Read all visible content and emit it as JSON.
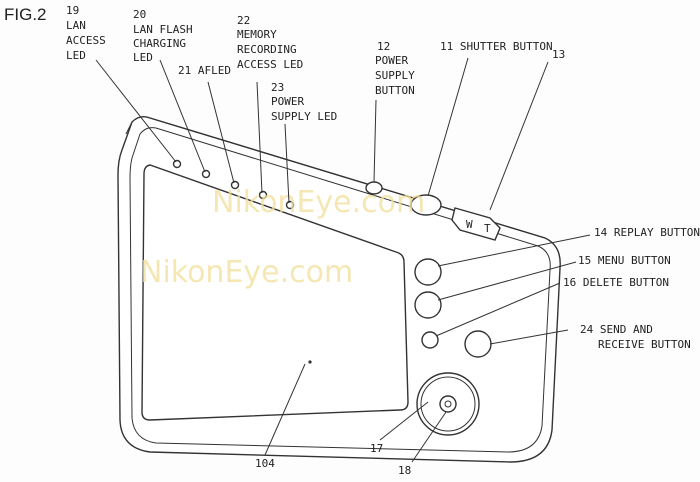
{
  "figure_label": "FIG.2",
  "watermark": "NikonEye.com",
  "zoom_lever": {
    "w": "W",
    "t": "T"
  },
  "labels": {
    "l19": [
      "19",
      "LAN",
      "ACCESS",
      "LED"
    ],
    "l20": [
      "20",
      "LAN FLASH",
      "CHARGING",
      "LED"
    ],
    "l21": [
      "21 AFLED"
    ],
    "l22": [
      "22",
      "MEMORY",
      "RECORDING",
      "ACCESS LED"
    ],
    "l23": [
      "23",
      "POWER",
      "SUPPLY LED"
    ],
    "l12": [
      "12",
      "POWER",
      "SUPPLY",
      "BUTTON"
    ],
    "l11": [
      "11 SHUTTER BUTTON"
    ],
    "l13": [
      "13"
    ],
    "l14": [
      "14 REPLAY BUTTON"
    ],
    "l15": [
      "15 MENU BUTTON"
    ],
    "l16": [
      "16 DELETE BUTTON"
    ],
    "l24": [
      "24 SEND AND",
      "RECEIVE BUTTON"
    ],
    "l104": [
      "104"
    ],
    "l17": [
      "17"
    ],
    "l18": [
      "18"
    ]
  }
}
